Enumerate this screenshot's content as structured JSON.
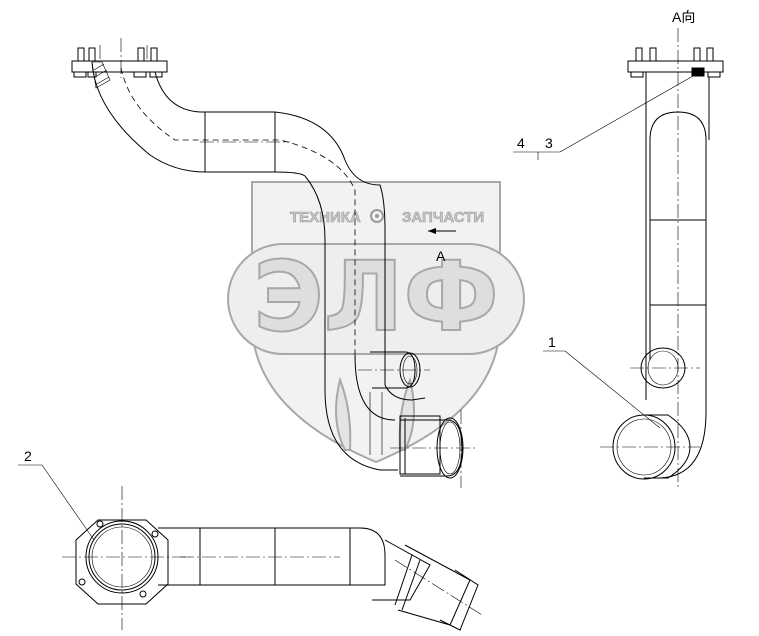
{
  "labels": {
    "view_arrow_text": "A",
    "view_title": "A向",
    "callout_1": "1",
    "callout_2": "2",
    "callout_3": "3",
    "callout_4": "4"
  },
  "watermark": {
    "top_left": "ТЕХНИКА",
    "top_right": "ЗАПЧАСТИ",
    "big": "ЭЛФ"
  }
}
